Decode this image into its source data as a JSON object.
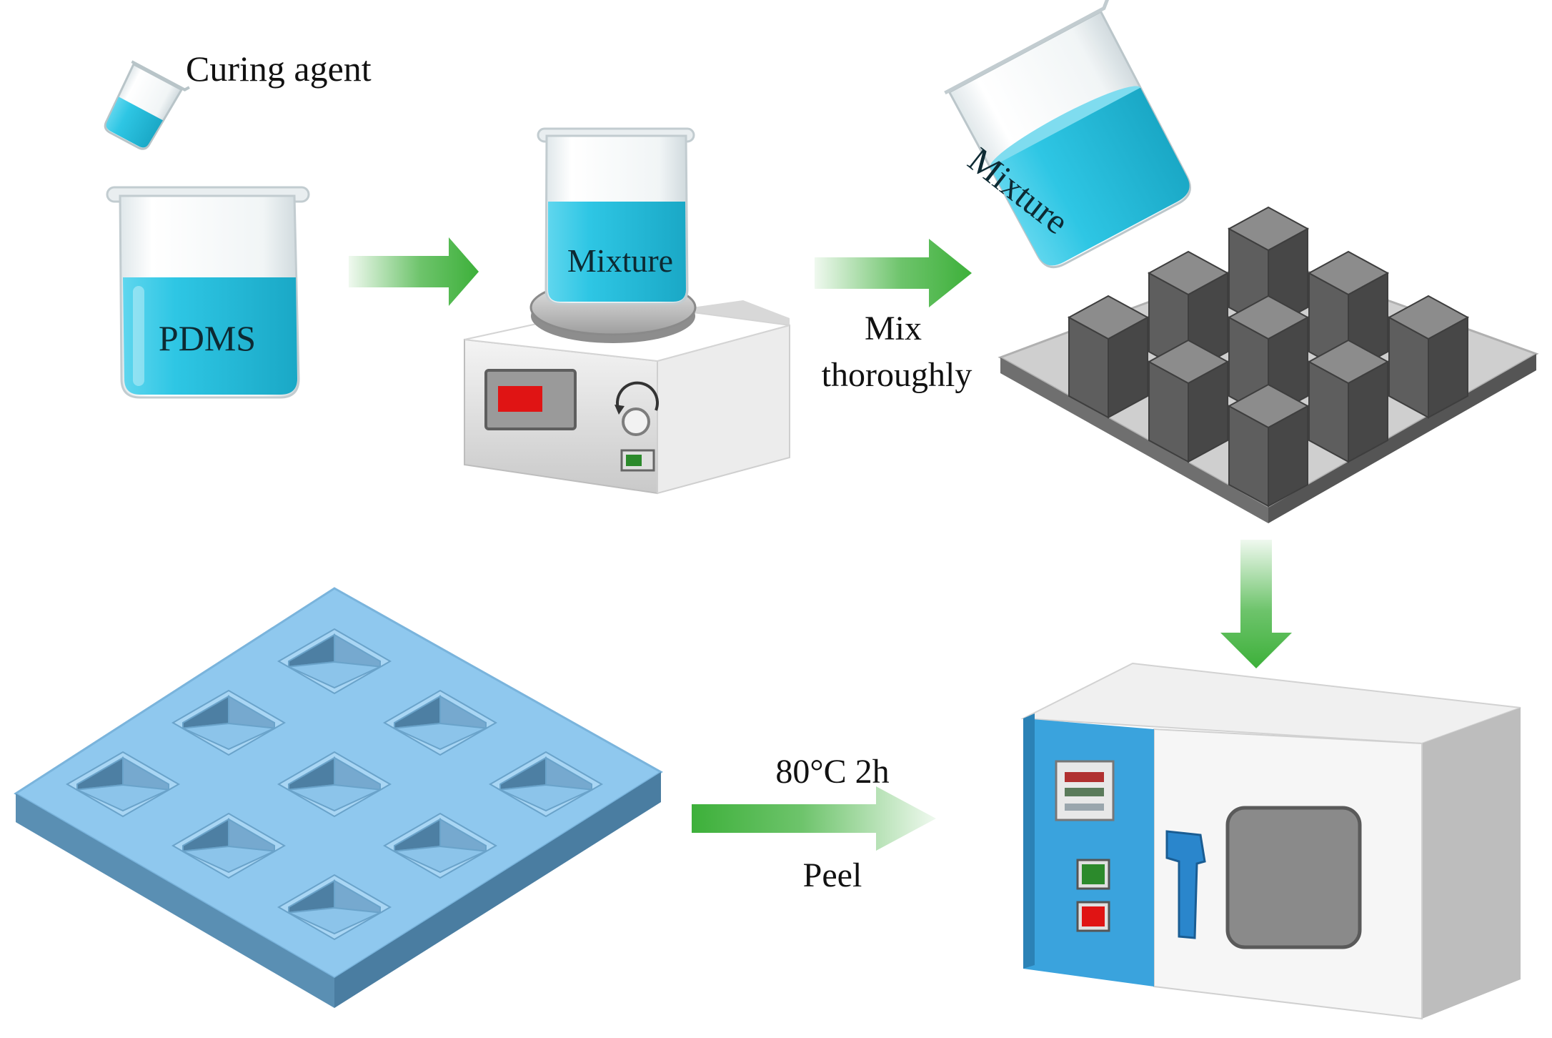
{
  "labels": {
    "curing_agent": "Curing agent",
    "pdms": "PDMS",
    "mixture_stirrer": "Mixture",
    "mix_thoroughly_line1": "Mix",
    "mix_thoroughly_line2": "thoroughly",
    "mixture_pour": "Mixture",
    "cure_condition": "80°C 2h",
    "peel": "Peel"
  },
  "colors": {
    "liquid": "#2ec6e4",
    "arrow": "#3db03a",
    "mold_metal": "#6f6f6f",
    "pdms_mold": "#8fc8ee",
    "oven_panel": "#3aa3dd",
    "stirrer_display": "#e01414",
    "led_green": "#2c8a2c",
    "led_red": "#e01414"
  },
  "icons": [
    "beaker-icon",
    "magnetic-stirrer-icon",
    "metal-mold-icon",
    "oven-icon",
    "pdms-mold-icon",
    "arrow-icon"
  ]
}
